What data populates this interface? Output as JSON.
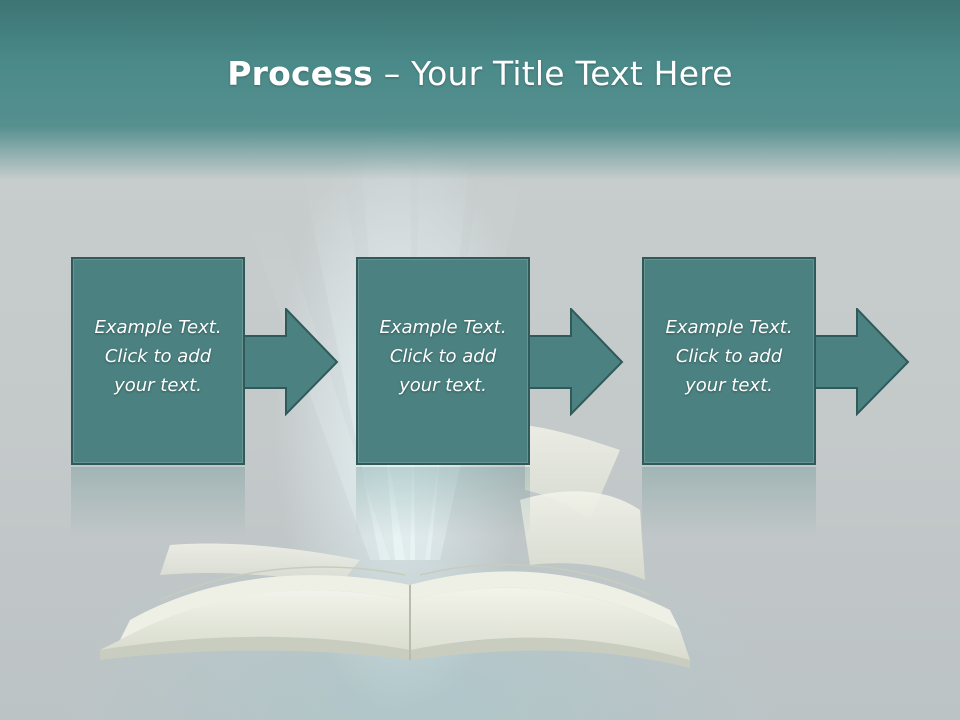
{
  "slide": {
    "title_bold": "Process",
    "title_rest": " – Your Title Text Here",
    "steps": [
      {
        "text": "Example Text.\nClick  to add\nyour text."
      },
      {
        "text": "Example Text.\nClick  to add\nyour text."
      },
      {
        "text": "Example Text.\nClick  to add\nyour text."
      }
    ]
  },
  "colors": {
    "header": "#4a8a89",
    "box_fill": "#4b8281",
    "box_border": "#305a5a",
    "background": "#c6cacb"
  }
}
